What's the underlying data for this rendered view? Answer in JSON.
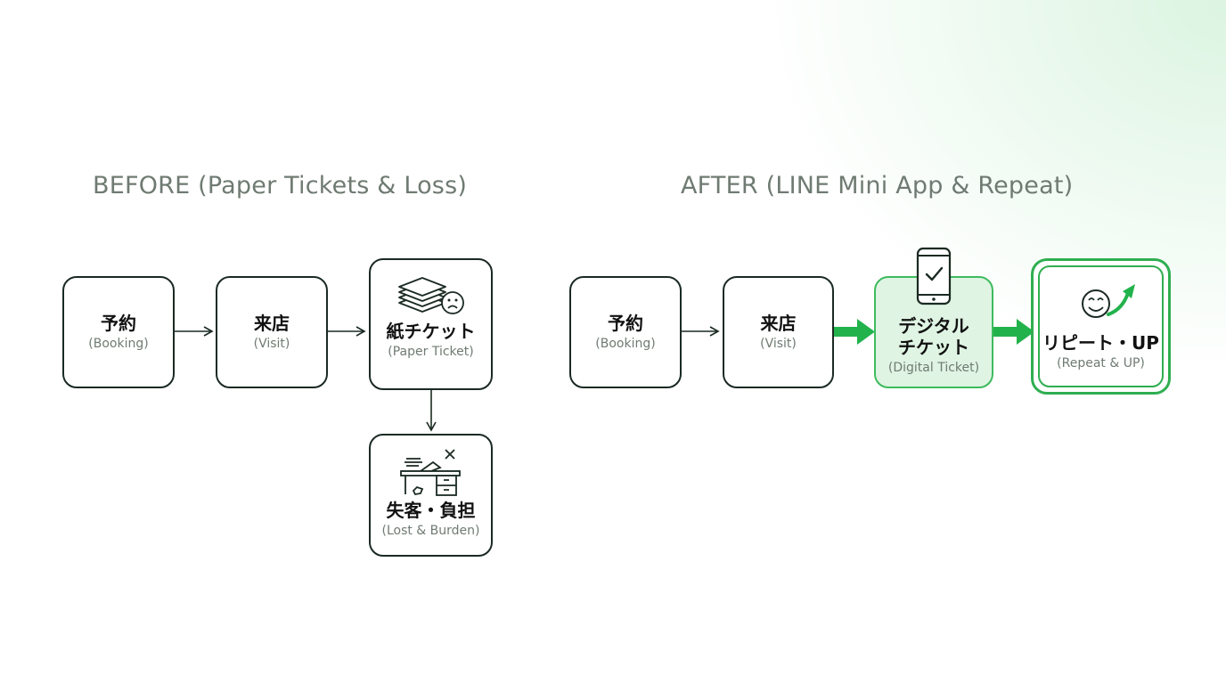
{
  "before": {
    "title": "BEFORE (Paper Tickets & Loss)",
    "steps": [
      {
        "jp": "予約",
        "en": "(Booking)"
      },
      {
        "jp": "来店",
        "en": "(Visit)"
      },
      {
        "jp": "紙チケット",
        "en": "(Paper Ticket)",
        "icon": "paper-stack-sad-face-icon"
      },
      {
        "jp": "失客・負担",
        "en": "(Lost & Burden)",
        "icon": "cluttered-desk-icon"
      }
    ]
  },
  "after": {
    "title": "AFTER (LINE Mini App & Repeat)",
    "steps": [
      {
        "jp": "予約",
        "en": "(Booking)"
      },
      {
        "jp": "来店",
        "en": "(Visit)"
      },
      {
        "jp_line1": "デジタル",
        "jp_line2": "チケット",
        "en": "(Digital Ticket)",
        "icon": "smartphone-check-icon"
      },
      {
        "jp": "リピート・UP",
        "en": "(Repeat & UP)",
        "icon": "smiley-up-arrow-icon"
      }
    ]
  },
  "colors": {
    "accent_green": "#2fae50",
    "box_border": "#1a2a22",
    "title_gray": "#6f7b72"
  }
}
